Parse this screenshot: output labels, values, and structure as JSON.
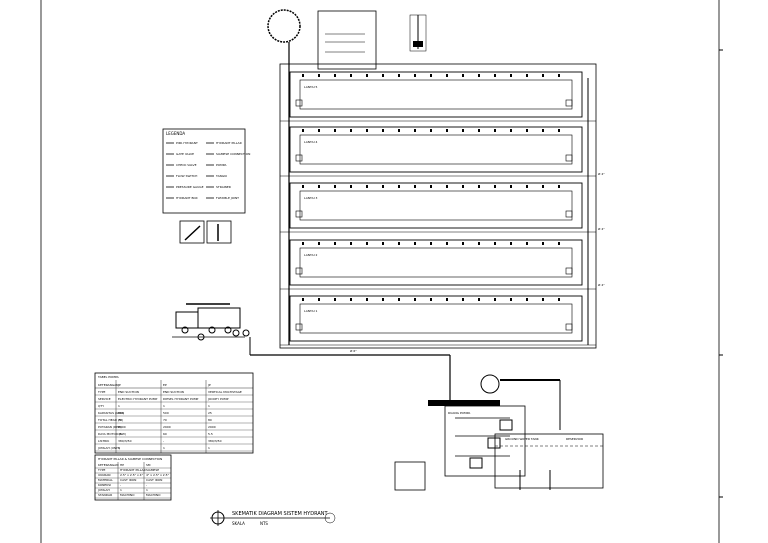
{
  "title_block": {
    "title": "SKEMATIK DIAGRAM SISTEM HYDRANT",
    "scale_label": "SKALA",
    "scale_value": "NTS"
  },
  "floors": [
    {
      "label": "LANTAI 5"
    },
    {
      "label": "LANTAI 4"
    },
    {
      "label": "LANTAI 3"
    },
    {
      "label": "LANTAI 2"
    },
    {
      "label": "LANTAI 1"
    }
  ],
  "pump_table": {
    "header": "TABEL POMPA",
    "columns": [
      "KETERANGAN",
      "JP",
      "EP",
      "JP"
    ],
    "rows": [
      [
        "TYPE",
        "END SUCTION",
        "END SUCTION",
        "VERTICAL MULTISTAGE"
      ],
      [
        "SERVICE",
        "ELECTRIC HYDRANT PUMP",
        "DIESEL HYDRANT PUMP",
        "JOCKEY PUMP"
      ],
      [
        "QTY",
        "1",
        "1",
        "1"
      ],
      [
        "KAPASITAS (GPM)",
        "500",
        "500",
        "25"
      ],
      [
        "TOTAL HEAD (M)",
        "70",
        "70",
        "80"
      ],
      [
        "PUTARAN (RPM)",
        "2900",
        "2900",
        "2900"
      ],
      [
        "DAYA MOTOR (KW)",
        "45",
        "60",
        "5.5"
      ],
      [
        "LISTRIK",
        "380/3/50",
        "-",
        "380/3/50"
      ],
      [
        "JUMLAH (UNIT)",
        "1",
        "1",
        "1"
      ]
    ]
  },
  "hydrant_table": {
    "header": "HYDRANT PILLAR & SIAMESE CONNECTION",
    "rows": [
      [
        "KETERANGAN",
        "HP",
        "SM"
      ],
      [
        "TYPE",
        "HYDRANT PILLAR",
        "SIAMESE"
      ],
      [
        "UKURAN",
        "2.5\" x 2.5\" x 4\"",
        "4\" x 2.5\" x 2.5\""
      ],
      [
        "MATERIAL",
        "CAST IRON",
        "CAST IRON"
      ],
      [
        "KONEKSI",
        "-",
        "-"
      ],
      [
        "JUMLAH",
        "1",
        "1"
      ],
      [
        "STANDAR",
        "MACHINO",
        "MACHINO"
      ]
    ]
  },
  "legend": {
    "header": "LEGENDA",
    "items": [
      "PIPA HYDRANT",
      "GATE VALVE",
      "CHECK VALVE",
      "FLOW SWITCH",
      "PRESSURE GAUGE",
      "HYDRANT BOX",
      "HYDRANT PILLAR",
      "SIAMESE CONNECTION",
      "POMPA",
      "TANGKI",
      "STRAINER",
      "FLEXIBLE JOINT"
    ]
  },
  "riser_labels": [
    "Ø 4\"",
    "Ø 4\"",
    "Ø 4\""
  ],
  "misc_labels": {
    "main_pipe": "Ø 6\"",
    "tank_left": "GROUND WATER TANK",
    "tank_right": "RESERVOIR",
    "pump_room": "RUANG POMPA"
  },
  "colors": {
    "line": "#000000",
    "paper": "#ffffff"
  }
}
